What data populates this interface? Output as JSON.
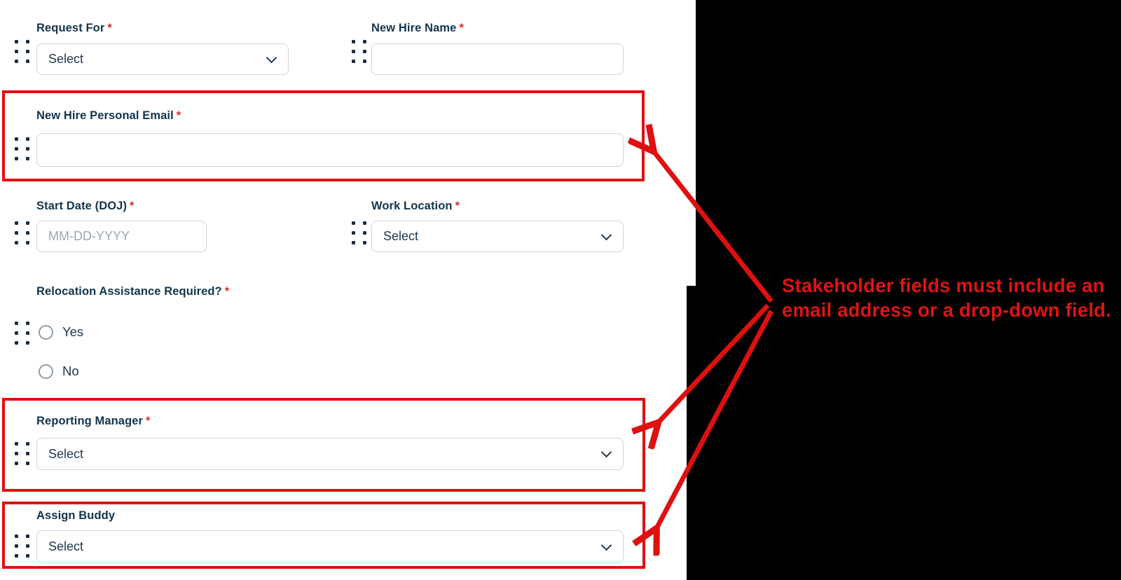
{
  "colors": {
    "annotation_red": "#df1010",
    "label_navy": "#12344d",
    "asterisk_red": "#d92c2c",
    "input_border": "#c9d4e0"
  },
  "form": {
    "required_marker": "*",
    "fields": {
      "request_for": {
        "label": "Request For",
        "value": "Select"
      },
      "new_hire_name": {
        "label": "New Hire Name",
        "value": ""
      },
      "new_hire_personal_email": {
        "label": "New Hire Personal Email",
        "value": ""
      },
      "start_date": {
        "label": "Start Date (DOJ)",
        "placeholder": "MM-DD-YYYY"
      },
      "work_location": {
        "label": "Work Location",
        "value": "Select"
      },
      "relocation": {
        "label": "Relocation Assistance Required?",
        "option_yes": "Yes",
        "option_no": "No"
      },
      "reporting_manager": {
        "label": "Reporting Manager",
        "value": "Select"
      },
      "assign_buddy": {
        "label": "Assign Buddy",
        "value": "Select"
      }
    }
  },
  "annotation": {
    "line1": "Stakeholder fields must include an",
    "line2": "email address or a drop-down field."
  }
}
